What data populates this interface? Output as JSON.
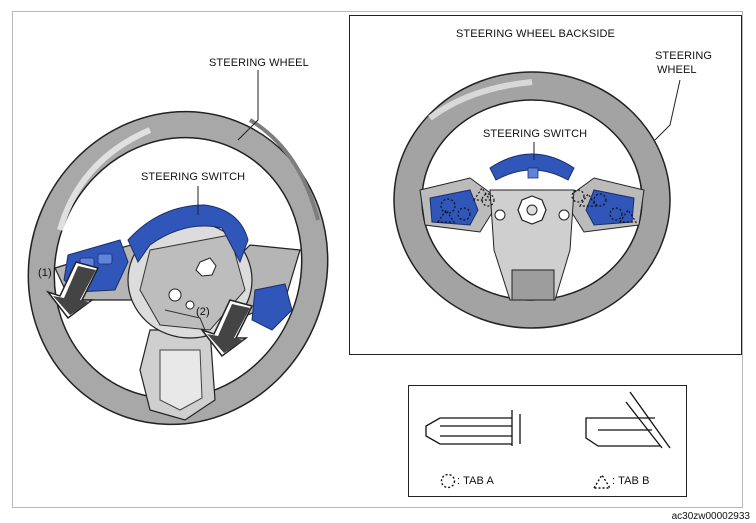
{
  "main_view": {
    "label_steering_wheel": "STEERING WHEEL",
    "label_steering_switch": "STEERING SWITCH",
    "arrow_1": "(1)",
    "arrow_2": "(2)"
  },
  "inset": {
    "title": "STEERING WHEEL BACKSIDE",
    "label_steering_wheel_line1": "STEERING",
    "label_steering_wheel_line2": "WHEEL",
    "label_steering_switch": "STEERING SWITCH"
  },
  "legend": {
    "tab_a": ": TAB A",
    "tab_b": ": TAB B"
  },
  "doc_id": "ac30zw00002933",
  "colors": {
    "switch_blue": "#2f56b8",
    "wheel_gray": "#9a9a9a",
    "wheel_light": "#c9c9c9",
    "line": "#222222"
  }
}
